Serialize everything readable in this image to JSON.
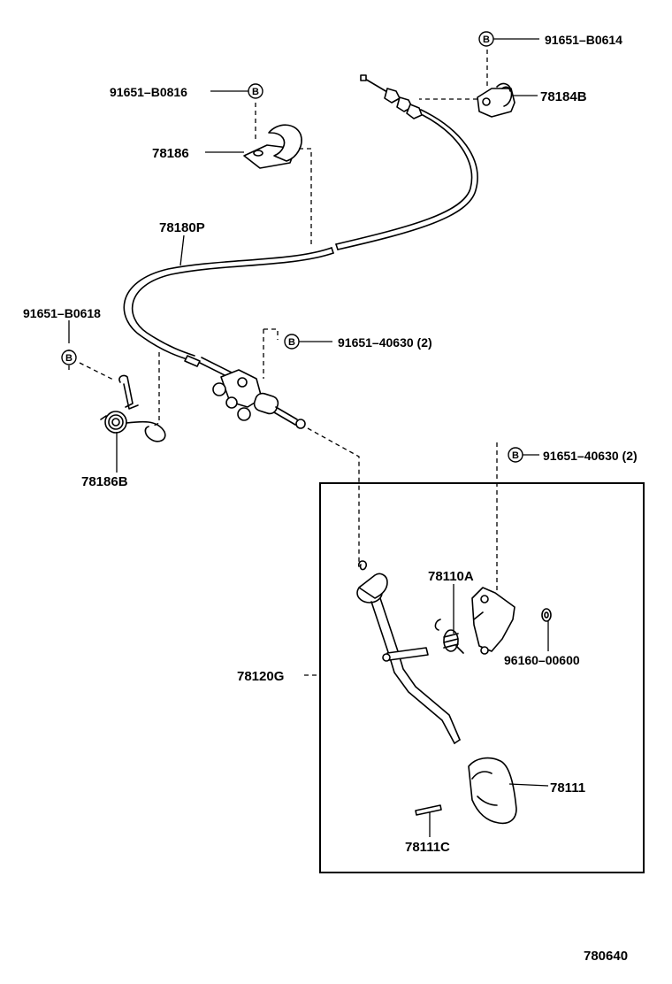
{
  "diagram_id": "780640",
  "bolt_symbol": "B",
  "parts": {
    "bolt_top_right": "91651–B0614",
    "bracket_top_right": "78184B",
    "bolt_top_left": "91651–B0816",
    "clamp": "78186",
    "cable": "78180P",
    "bolt_left": "91651–B0618",
    "bolt_middle": "91651–40630 (2)",
    "bracket_left": "78186B",
    "bolt_pedal": "91651–40630 (2)",
    "pedal_bracket": "78110A",
    "nut": "96160–00600",
    "pedal_assembly": "78120G",
    "pedal_pad": "78111",
    "pin": "78111C"
  }
}
